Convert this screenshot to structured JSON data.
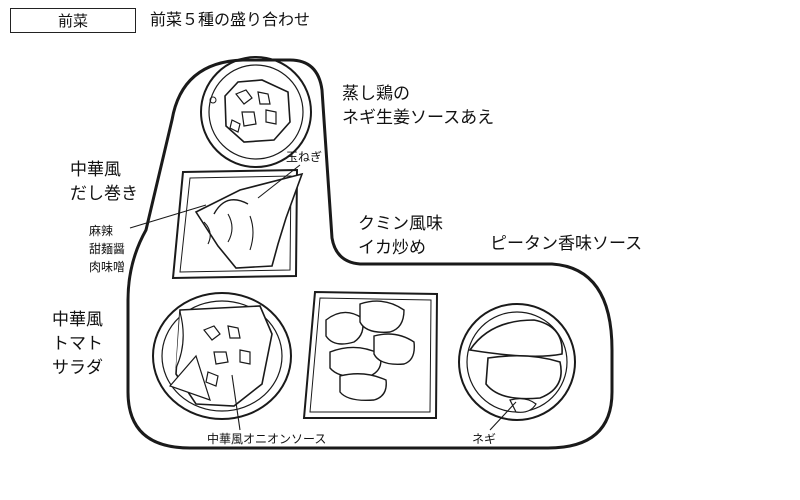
{
  "header": {
    "category": "前菜",
    "title": "前菜５種の盛り合わせ"
  },
  "dishes": {
    "steamed_chicken": {
      "line1": "蒸し鶏の",
      "line2": "ネギ生姜ソースあえ"
    },
    "dashimaki": {
      "line1": "中華風",
      "line2": "だし巻き"
    },
    "tamanegi": "玉ねぎ",
    "mala_sauce": [
      "麻辣",
      "甜麺醤",
      "肉味噌"
    ],
    "cumin_squid": {
      "line1": "クミン風味",
      "line2": "イカ炒め"
    },
    "pidan": "ピータン香味ソース",
    "tomato_salad": [
      "中華風",
      "トマト",
      "サラダ"
    ],
    "onion_sauce": "中華風オニオンソース",
    "negi": "ネギ"
  },
  "colors": {
    "line": "#1a1a1a",
    "background": "#ffffff"
  }
}
